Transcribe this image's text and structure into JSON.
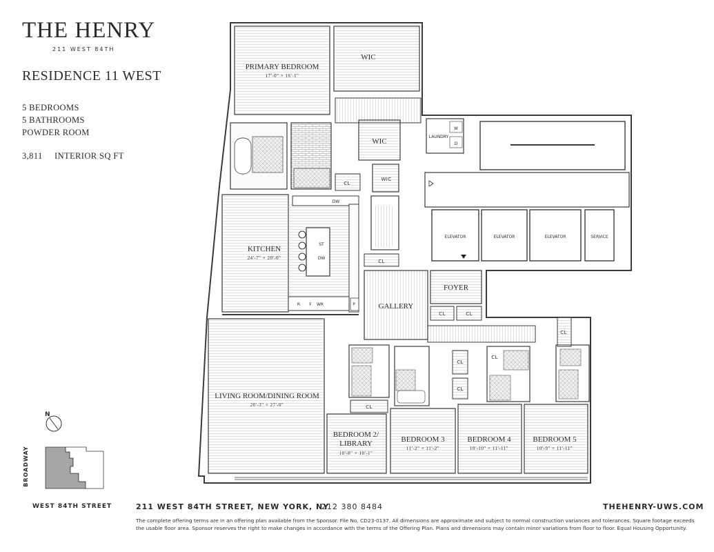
{
  "brand": {
    "name": "THE HENRY",
    "address_short": "211 WEST 84TH"
  },
  "residence": {
    "title": "RESIDENCE 11 WEST",
    "bedrooms": "5 BEDROOMS",
    "bathrooms": "5 BATHROOMS",
    "powder": "POWDER ROOM",
    "sqft_value": "3,811",
    "sqft_label": "INTERIOR SQ FT"
  },
  "rooms": {
    "primary_bedroom": {
      "name": "PRIMARY BEDROOM",
      "dims": "17'-0\" × 16'-1\""
    },
    "wic_top": "WIC",
    "wic_mid": "WIC",
    "wic_small": "WIC",
    "laundry": "LAUNDRY",
    "washer": "W",
    "dryer": "D",
    "kitchen": {
      "name": "KITCHEN",
      "dims": "24'-7\" × 20'-0\""
    },
    "dw_top": "DW",
    "st": "ST",
    "dw_island": "DW",
    "r": "R",
    "f": "F",
    "wr": "WR",
    "p": "P",
    "gallery": "GALLERY",
    "foyer": "FOYER",
    "living": {
      "name": "LIVING ROOM/DINING ROOM",
      "dims": "20'-3\" × 27'-0\""
    },
    "bedroom2_line1": "BEDROOM 2/",
    "bedroom2_line2": "LIBRARY",
    "bedroom2_dims": "10'-8\" × 10'-1\"",
    "bedroom3": {
      "name": "BEDROOM 3",
      "dims": "11'-2\" × 11'-2\""
    },
    "bedroom4": {
      "name": "BEDROOM 4",
      "dims": "10'-10\" × 11'-11\""
    },
    "bedroom5": {
      "name": "BEDROOM 5",
      "dims": "10'-9\" × 11'-11\""
    },
    "elevator1": "ELEVATOR",
    "elevator2": "ELEVATOR",
    "elevator3": "ELEVATOR",
    "service": "SERVICE",
    "closets": [
      "CL",
      "CL",
      "CL",
      "CL",
      "CL",
      "CL",
      "CL",
      "CL",
      "CL"
    ]
  },
  "keyplan": {
    "north": "N",
    "avenue": "BROADWAY",
    "street": "WEST 84TH STREET"
  },
  "footer": {
    "address": "211 WEST 84TH STREET, NEW YORK, NY",
    "phone": "212 380 8484",
    "website": "THEHENRY-UWS.COM",
    "disclaimer": "The complete offering terms are in an offering plan available from the Sponsor. File No. CD23-0137. All dimensions are approximate and subject to normal construction variances and tolerances. Square footage exceeds the usable floor area. Sponsor reserves the right to make changes in accordance with the terms of the Offering Plan. Plans and dimensions may contain minor variations from floor to floor. Equal Housing Opportunity."
  },
  "colors": {
    "ink": "#2a2a2a",
    "wall": "#3a3a3a",
    "keyplan_fill": "#a6a6a6",
    "tile": "#bdbdbd"
  }
}
